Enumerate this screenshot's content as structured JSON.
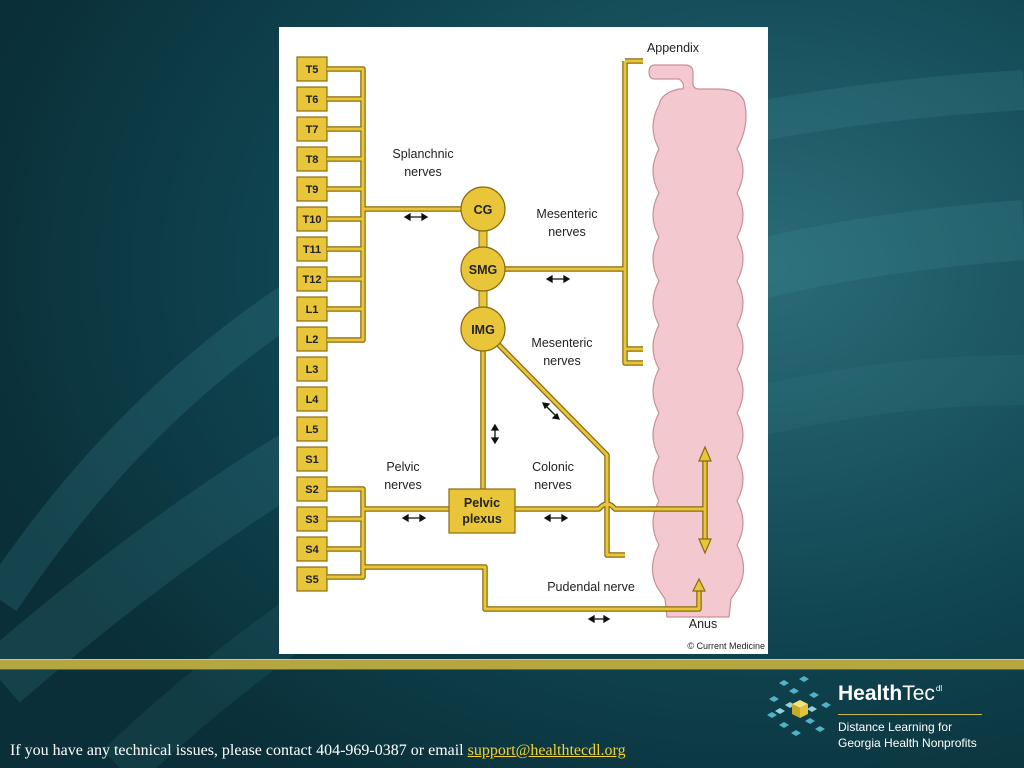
{
  "diagram": {
    "segments": [
      "T5",
      "T6",
      "T7",
      "T8",
      "T9",
      "T10",
      "T11",
      "T12",
      "L1",
      "L2",
      "L3",
      "L4",
      "L5",
      "S1",
      "S2",
      "S3",
      "S4",
      "S5"
    ],
    "ganglia": {
      "cg": "CG",
      "smg": "SMG",
      "img": "IMG"
    },
    "labels": {
      "splanchnic_1": "Splanchnic",
      "splanchnic_2": "nerves",
      "mesenteric_a_1": "Mesenteric",
      "mesenteric_a_2": "nerves",
      "mesenteric_b_1": "Mesenteric",
      "mesenteric_b_2": "nerves",
      "pelvic_1": "Pelvic",
      "pelvic_2": "nerves",
      "colonic_1": "Colonic",
      "colonic_2": "nerves",
      "plexus_1": "Pelvic",
      "plexus_2": "plexus",
      "pudendal": "Pudendal nerve",
      "appendix": "Appendix",
      "anus": "Anus",
      "credit": "© Current Medicine"
    },
    "colors": {
      "nerve": "#e9c53a",
      "nerve_outline": "#8a6a10",
      "colon": "#f3c9cf",
      "colon_outline": "#c98f98"
    }
  },
  "footer": {
    "text": "If you have any technical issues, please contact 404-969-0387 or email ",
    "email": "support@healthtecdl.org"
  },
  "logo": {
    "name_bold": "Health",
    "name_light": "Tec",
    "name_sup": "dl",
    "tagline_1": "Distance Learning for",
    "tagline_2": "Georgia Health Nonprofits"
  }
}
